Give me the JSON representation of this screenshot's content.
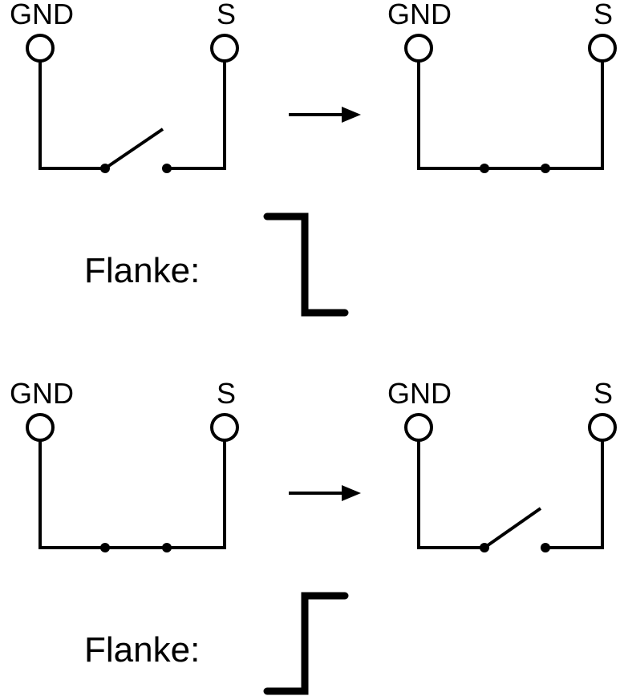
{
  "labels": {
    "ground": "GND",
    "signal": "S",
    "edge": "Flanke:"
  },
  "rows": [
    {
      "before": {
        "switch_state": "open"
      },
      "after": {
        "switch_state": "closed"
      },
      "edge_type": "falling"
    },
    {
      "before": {
        "switch_state": "closed"
      },
      "after": {
        "switch_state": "open"
      },
      "edge_type": "rising"
    }
  ],
  "colors": {
    "ink": "#000000",
    "background": "#ffffff"
  }
}
